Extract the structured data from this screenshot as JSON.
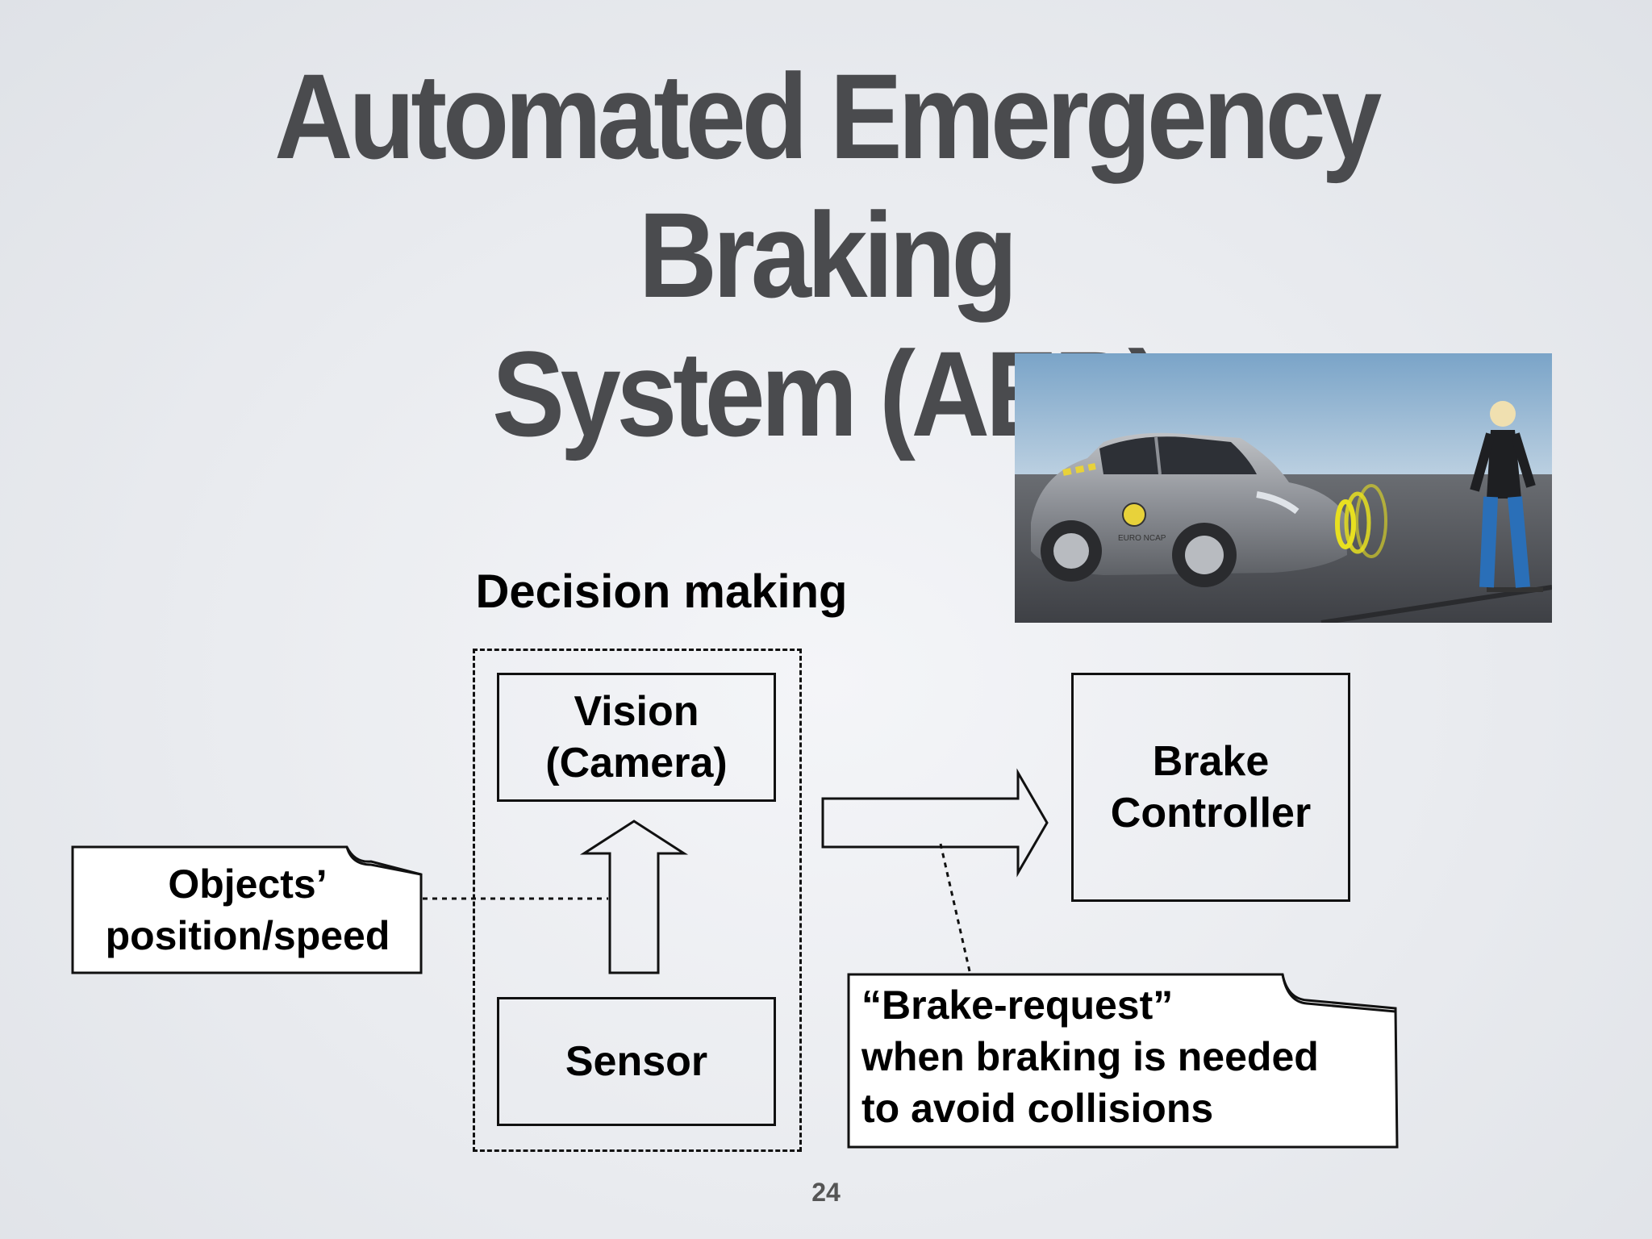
{
  "slide": {
    "title_line1": "Automated Emergency Braking",
    "title_line2": "System (AEB)",
    "page_number": "24"
  },
  "diagram": {
    "decision_label": "Decision making",
    "vision_line1": "Vision",
    "vision_line2": "(Camera)",
    "sensor_label": "Sensor",
    "brake_line1": "Brake",
    "brake_line2": "Controller",
    "note_objects_line1": "Objects’",
    "note_objects_line2": "position/speed",
    "note_brake_line1": "“Brake-request”",
    "note_brake_line2": "when braking is needed",
    "note_brake_line3": "to avoid collisions"
  },
  "photo": {
    "logo_text": "EURO NCAP"
  },
  "colors": {
    "title": "#4a4b4e",
    "stroke": "#111111",
    "signal_ring": "#e8e020"
  }
}
